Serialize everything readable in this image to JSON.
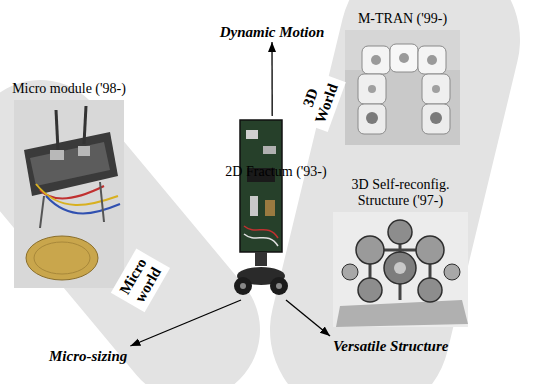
{
  "diagram": {
    "nodes": [
      {
        "text": [
          "Dynamic Motion"
        ]
      },
      {
        "text": [
          "M-TRAN ('99-)"
        ]
      },
      {
        "text": [
          "3D World"
        ]
      },
      {
        "text": [
          "3D Self-reconfig. Structure ('97-)"
        ]
      },
      {
        "text": [
          "Micro module ('98-)"
        ]
      },
      {
        "text": [
          "Micro world"
        ]
      },
      {
        "text": [
          "2D Fractum ('93-)"
        ]
      },
      {
        "text": [
          "Micro-sizing"
        ]
      },
      {
        "text": [
          "Versatile Structure"
        ]
      }
    ],
    "edges": [
      {
        "from": 6,
        "to": 0,
        "arrow": "to"
      },
      {
        "from": 6,
        "to": 7,
        "arrow": "to"
      },
      {
        "from": 6,
        "to": 8,
        "arrow": "to"
      }
    ]
  }
}
